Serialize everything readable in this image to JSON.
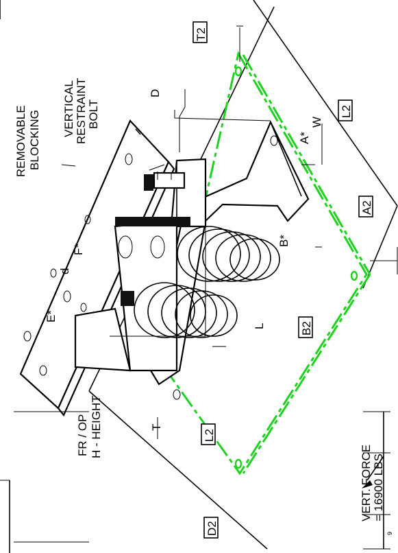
{
  "labels": {
    "removable": "REMOVABLE",
    "blocking": "BLOCKING",
    "vertical": "VERTICAL",
    "restraint": "RESTRAINT",
    "bolt": "BOLT",
    "d_upper": "D",
    "d_lower": "d",
    "f_star": "F*",
    "e_star": "E*",
    "a_star": "A*",
    "w": "W",
    "b_star": "B*",
    "l": "L",
    "t": "T",
    "fr_op": "FR / OP",
    "h_height": "H - HEIGHT",
    "vert_force_1": "VERT. FORCE",
    "vert_force_2": "= 16900 LBS",
    "small_9": "9"
  },
  "boxed_labels": {
    "t2": "T2",
    "l2_right": "L2",
    "a2": "A2",
    "b2": "B2",
    "l2_bottom": "L2",
    "d2": "D2"
  },
  "colors": {
    "outline": "#000000",
    "foundation_dashline": "#1fd21f"
  }
}
